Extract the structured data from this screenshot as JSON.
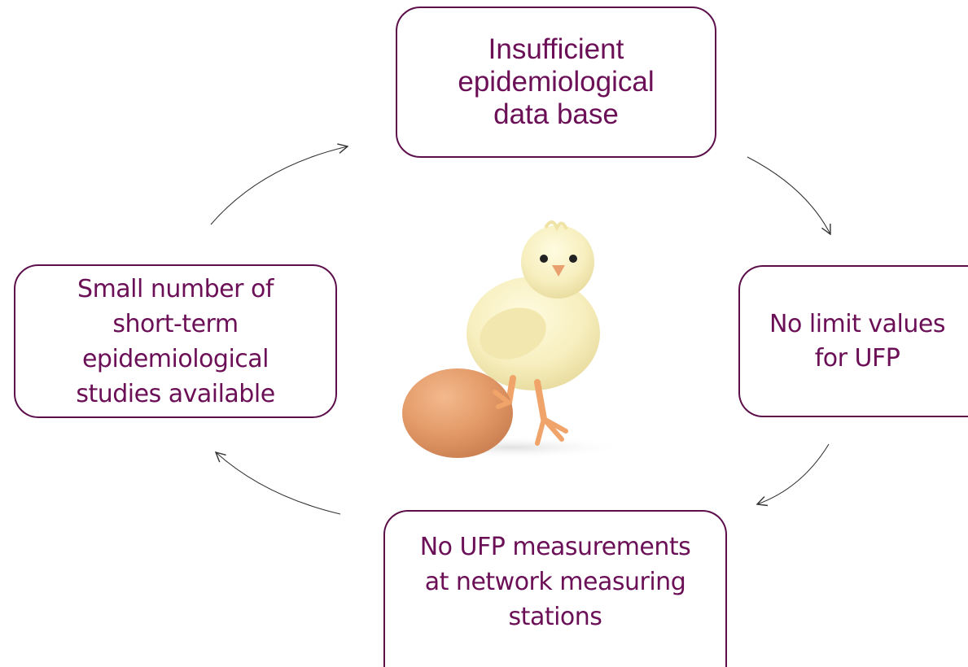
{
  "diagram": {
    "nodes": {
      "top": "Insufficient\nepidemiological\ndata base",
      "right": "No limit values\nfor UFP",
      "bottom": "No UFP measurements\nat network measuring\nstations",
      "left": "Small number of\nshort-term\nepidemiological\nstudies available"
    },
    "edges": [
      {
        "from": "top",
        "to": "right"
      },
      {
        "from": "right",
        "to": "bottom"
      },
      {
        "from": "bottom",
        "to": "left"
      },
      {
        "from": "left",
        "to": "top"
      }
    ],
    "center_image": "chick-on-egg",
    "colors": {
      "text": "#6b0f57",
      "border": "#5c0f4a",
      "arrow": "#333333"
    }
  }
}
